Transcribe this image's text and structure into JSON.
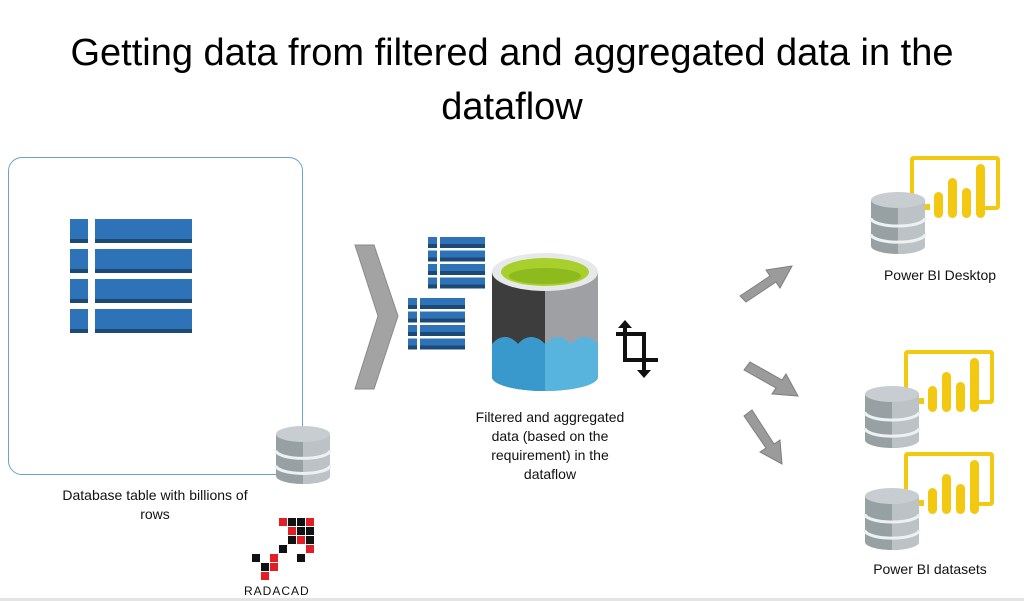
{
  "title": {
    "line1": "Getting data from filtered and aggregated data in the",
    "line2": "dataflow"
  },
  "source": {
    "label_line1": "Database table with billions of",
    "label_line2": "rows",
    "icons": [
      "table-icon",
      "database-icon"
    ]
  },
  "dataflow": {
    "label_lines": [
      "Filtered and aggregated",
      "data (based on the",
      "requirement) in the",
      "dataflow"
    ],
    "icons": [
      "chevron-arrow-icon",
      "table-icon",
      "table-icon",
      "dataflow-storage-icon",
      "transform-icon"
    ]
  },
  "targets": [
    {
      "label": "Power BI Desktop",
      "icon": "powerbi-database-icon"
    },
    {
      "label": "Power BI datasets",
      "icon": "powerbi-database-icon"
    }
  ],
  "logo": {
    "text": "RADACAD"
  },
  "colors": {
    "table_blue": "#2e73b8",
    "table_shadow": "#1c4a75",
    "box_border": "#6c9fd3",
    "arrow_gray": "#9b9b9b",
    "db_gray": "#a9b1b4",
    "powerbi_yellow": "#f2c811",
    "lake_green": "#a8cf2c",
    "lake_dark": "#3b3b3b",
    "lake_blue": "#3a9bd0",
    "logo_red": "#e31f26"
  }
}
